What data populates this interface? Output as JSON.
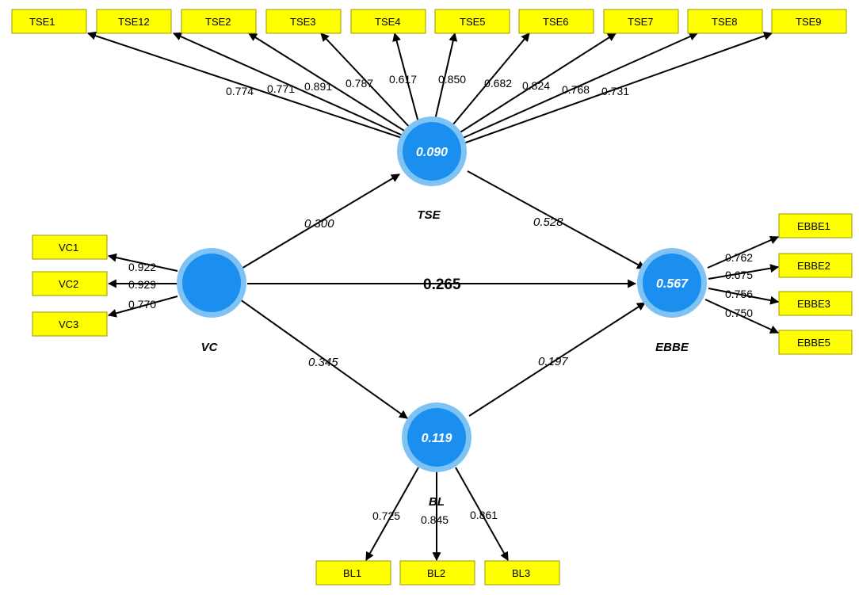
{
  "colors": {
    "indicator_fill": "#ffff00",
    "construct_fill": "#1a8ff0",
    "construct_ring": "#7fc3f5",
    "edge": "#000000"
  },
  "constructs": {
    "TSE": {
      "label": "TSE",
      "r2": "0.090"
    },
    "VC": {
      "label": "VC",
      "r2": ""
    },
    "EBBE": {
      "label": "EBBE",
      "r2": "0.567"
    },
    "BL": {
      "label": "BL",
      "r2": "0.119"
    }
  },
  "indicators": {
    "TSE1": "TSE1",
    "TSE12": "TSE12",
    "TSE2": "TSE2",
    "TSE3": "TSE3",
    "TSE4": "TSE4",
    "TSE5": "TSE5",
    "TSE6": "TSE6",
    "TSE7": "TSE7",
    "TSE8": "TSE8",
    "TSE9": "TSE9",
    "VC1": "VC1",
    "VC2": "VC2",
    "VC3": "VC3",
    "EBBE1": "EBBE1",
    "EBBE2": "EBBE2",
    "EBBE3": "EBBE3",
    "EBBE5": "EBBE5",
    "BL1": "BL1",
    "BL2": "BL2",
    "BL3": "BL3"
  },
  "loadings": {
    "TSE1": "0.774",
    "TSE12": "0.771",
    "TSE2": "0.891",
    "TSE3": "0.787",
    "TSE4": "0.617",
    "TSE5": "0.850",
    "TSE6": "0.682",
    "TSE7": "0.824",
    "TSE8": "0.768",
    "TSE9": "0.731",
    "VC1": "0.922",
    "VC2": "0.929",
    "VC3": "0.770",
    "EBBE1": "0.762",
    "EBBE2": "0.675",
    "EBBE3": "0.756",
    "EBBE5": "0.750",
    "BL1": "0.725",
    "BL2": "0.845",
    "BL3": "0.861"
  },
  "paths": {
    "VC_TSE": "0.300",
    "TSE_EBBE": "0.528",
    "VC_EBBE": "0.265",
    "VC_BL": "0.345",
    "BL_EBBE": "0.197"
  }
}
